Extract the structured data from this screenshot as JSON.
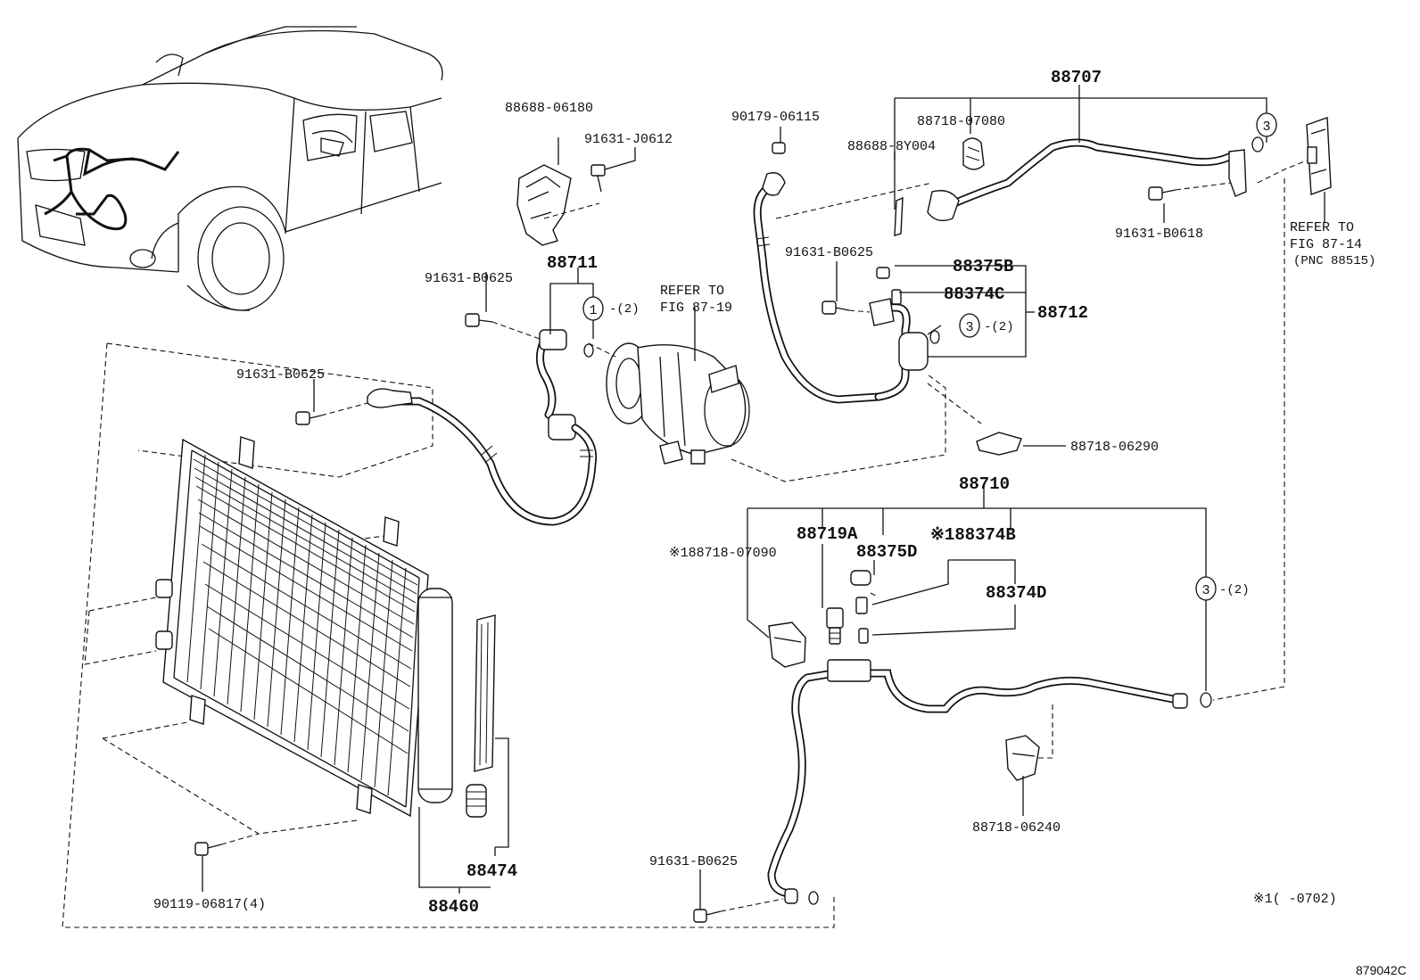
{
  "diagram": {
    "parts": {
      "p88707": "88707",
      "p88718_07080": "88718-07080",
      "p88688_8y004": "88688-8Y004",
      "p90179_06115": "90179-06115",
      "p88688_06180": "88688-06180",
      "p91631_j0612": "91631-J0612",
      "p91631_b0618": "91631-B0618",
      "p88711": "88711",
      "p91631_b0625_a": "91631-B0625",
      "p91631_b0625_b": "91631-B0625",
      "p91631_b0625_c": "91631-B0625",
      "p91631_b0625_d": "91631-B0625",
      "p88375b": "88375B",
      "p88374c": "88374C",
      "p88712": "88712",
      "p88718_06290": "88718-06290",
      "p88710": "88710",
      "p88719a": "88719A",
      "p88374b": "※188374B",
      "p88718_07090": "※188718-07090",
      "p88375d": "88375D",
      "p88374d": "88374D",
      "p88718_06240": "88718-06240",
      "p88474": "88474",
      "p88460": "88460",
      "p90119_06817": "90119-06817(4)"
    },
    "qty": {
      "q1": "-(2)",
      "q2": "-(2)",
      "q3": "-(2)"
    },
    "circled": {
      "c1": "1",
      "c3a": "3",
      "c3b": "3",
      "c3c": "3"
    },
    "refer_compressor": {
      "line1": "REFER TO",
      "line2": "FIG 87-19"
    },
    "refer_valve": {
      "line1": "REFER TO",
      "line2": "FIG 87-14",
      "line3": "(PNC 88515)"
    },
    "footnote": "※1(     -0702)",
    "figure_id": "879042C"
  }
}
